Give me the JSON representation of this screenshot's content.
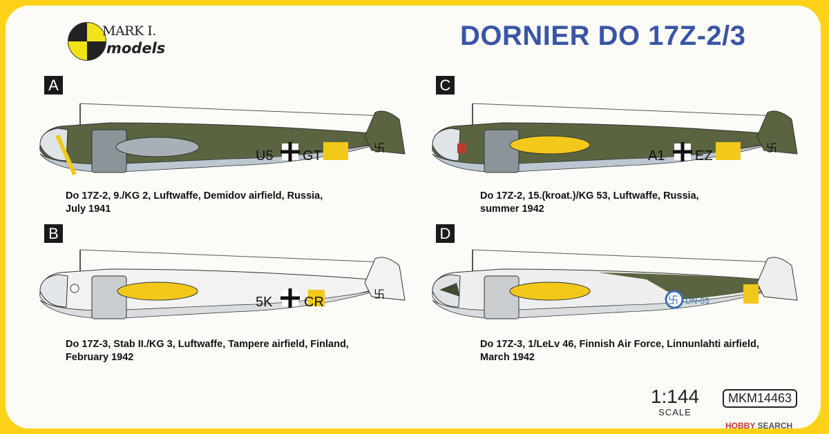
{
  "logo": {
    "line1": "MARK I.",
    "line2": "models"
  },
  "title": "DORNIER DO 17Z-2/3",
  "profiles": [
    {
      "letter": "A",
      "caption_line1": "Do 17Z-2, 9./KG 2, Luftwaffe, Demidov airfield, Russia,",
      "caption_line2": "July 1941",
      "code_left": "U5",
      "code_right": "GT",
      "scheme": "green"
    },
    {
      "letter": "C",
      "caption_line1": "Do 17Z-2, 15.(kroat.)/KG 53, Luftwaffe, Russia,",
      "caption_line2": "summer 1942",
      "code_left": "A1",
      "code_right": "EZ",
      "scheme": "green"
    },
    {
      "letter": "B",
      "caption_line1": "Do 17Z-3, Stab II./KG 3, Luftwaffe, Tampere airfield, Finland,",
      "caption_line2": "February 1942",
      "code_left": "5K",
      "code_right": "CR",
      "scheme": "white"
    },
    {
      "letter": "D",
      "caption_line1": "Do 17Z-3, 1/LeLv 46, Finnish Air Force, Linnunlahti airfield,",
      "caption_line2": "March 1942",
      "code_left": "DN-63",
      "code_right": "",
      "scheme": "finnish"
    }
  ],
  "scale": {
    "ratio": "1:144",
    "label": "SCALE"
  },
  "product_code": "MKM14463",
  "watermark": {
    "brand": "HOBBY",
    "suffix": " SEARCH"
  }
}
